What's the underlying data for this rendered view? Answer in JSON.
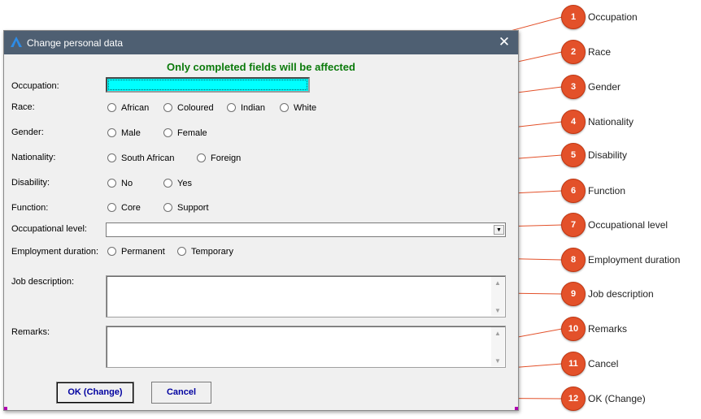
{
  "dialog": {
    "title": "Change personal data",
    "close_glyph": "✕",
    "notice": "Only completed fields will be affected",
    "labels": {
      "occupation": "Occupation:",
      "race": "Race:",
      "gender": "Gender:",
      "nationality": "Nationality:",
      "disability": "Disability:",
      "function": "Function:",
      "occupational_level": "Occupational level:",
      "employment_duration": "Employment duration:",
      "job_description": "Job description:",
      "remarks": "Remarks:"
    },
    "race_options": [
      "African",
      "Coloured",
      "Indian",
      "White"
    ],
    "gender_options": [
      "Male",
      "Female"
    ],
    "nationality_options": [
      "South African",
      "Foreign"
    ],
    "disability_options": [
      "No",
      "Yes"
    ],
    "function_options": [
      "Core",
      "Support"
    ],
    "employment_options": [
      "Permanent",
      "Temporary"
    ],
    "occupation_value": "",
    "occupational_level_value": "",
    "job_description_value": "",
    "remarks_value": "",
    "buttons": {
      "ok": "OK (Change)",
      "cancel": "Cancel"
    }
  },
  "annotations": [
    {
      "num": "1",
      "text": "Occupation"
    },
    {
      "num": "2",
      "text": "Race"
    },
    {
      "num": "3",
      "text": "Gender"
    },
    {
      "num": "4",
      "text": "Nationality"
    },
    {
      "num": "5",
      "text": "Disability"
    },
    {
      "num": "6",
      "text": "Function"
    },
    {
      "num": "7",
      "text": "Occupational level"
    },
    {
      "num": "8",
      "text": "Employment duration"
    },
    {
      "num": "9",
      "text": "Job description"
    },
    {
      "num": "10",
      "text": "Remarks"
    },
    {
      "num": "11",
      "text": "Cancel"
    },
    {
      "num": "12",
      "text": "OK (Change)"
    }
  ],
  "colors": {
    "titlebar": "#4e5f72",
    "notice": "#0b7a0b",
    "occupation_field": "#00ffff",
    "button_text": "#0000a0",
    "badge": "#e3512a",
    "leader_line": "#e3512a"
  },
  "icons": [
    "app-logo-icon",
    "close-icon",
    "dropdown-arrow-icon",
    "scroll-up-icon",
    "scroll-down-icon"
  ]
}
